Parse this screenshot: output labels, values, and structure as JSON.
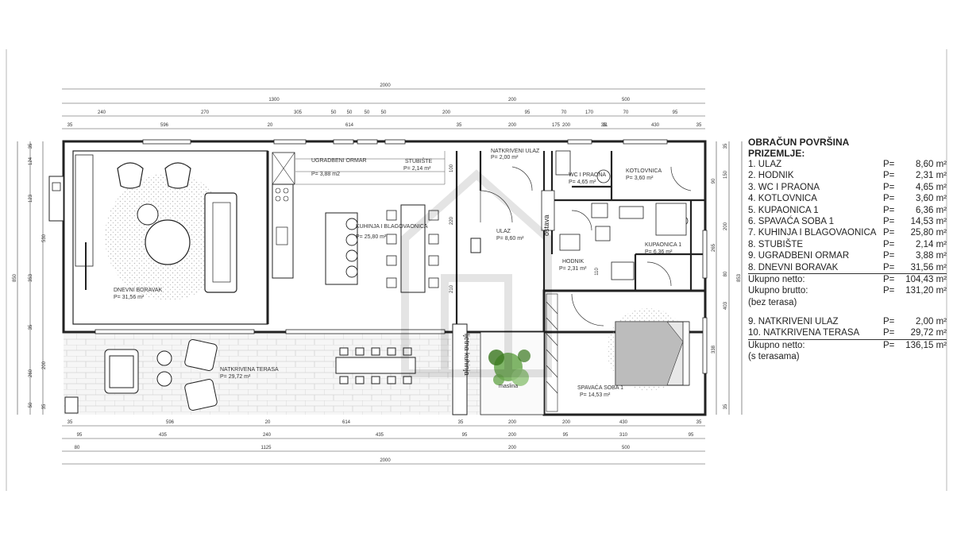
{
  "legend": {
    "title": "OBRAČUN POVRŠINA",
    "subtitle": "PRIZEMLJE:",
    "rooms": [
      {
        "label": "1. ULAZ",
        "p": "P=",
        "value": "8,60 m²"
      },
      {
        "label": "2. HODNIK",
        "p": "P=",
        "value": "2,31 m²"
      },
      {
        "label": "3. WC I PRAONA",
        "p": "P=",
        "value": "4,65 m²"
      },
      {
        "label": "4. KOTLOVNICA",
        "p": "P=",
        "value": "3,60 m²"
      },
      {
        "label": "5. KUPAONICA 1",
        "p": "P=",
        "value": "6,36 m²"
      },
      {
        "label": "6. SPAVAĆA SOBA 1",
        "p": "P=",
        "value": "14,53 m²"
      },
      {
        "label": "7. KUHINJA I BLAGOVAONICA",
        "p": "P=",
        "value": "25,80 m²"
      },
      {
        "label": "8. STUBIŠTE",
        "p": "P=",
        "value": "2,14 m²"
      },
      {
        "label": "9. UGRADBENI ORMAR",
        "p": "P=",
        "value": "3,88 m²"
      },
      {
        "label": "8. DNEVNI BORAVAK",
        "p": "P=",
        "value": "31,56 m²"
      }
    ],
    "net": {
      "label": "Ukupno netto:",
      "p": "P=",
      "value": "104,43 m²"
    },
    "gross": {
      "label": "Ukupno brutto:",
      "p": "P=",
      "value": "131,20 m²"
    },
    "gross_note": "(bez terasa)",
    "terraces": [
      {
        "label": "9. NATKRIVENI ULAZ",
        "p": "P=",
        "value": "2,00 m²"
      },
      {
        "label": "10. NATKRIVENA TERASA",
        "p": "P=",
        "value": "29,72 m²"
      }
    ],
    "total": {
      "label": "Ukupno netto:",
      "p": "P=",
      "value": "136,15 m²"
    },
    "total_note": "(s terasama)"
  },
  "plan": {
    "rooms": [
      {
        "name": "DNEVNI BORAVAK",
        "area": "P= 31,56 m²"
      },
      {
        "name": "UGRADBENI ORMAR",
        "area": "P= 3,88 m2"
      },
      {
        "name": "STUBIŠTE",
        "area": "P= 2,14 m²"
      },
      {
        "name": "KUHINJA I BLAGOVAONICA",
        "area": "P= 25,80 m²"
      },
      {
        "name": "NATKRIVENI ULAZ",
        "area": "P= 2,00 m²"
      },
      {
        "name": "ULAZ",
        "area": "P= 8,60 m²"
      },
      {
        "name": "WC I PRAONA",
        "area": "P= 4,65 m²"
      },
      {
        "name": "KOTLOVNICA",
        "area": "P= 3,60 m²"
      },
      {
        "name": "KUPAONICA 1",
        "area": "P= 6,36 m²"
      },
      {
        "name": "HODNIK",
        "area": "P= 2,31 m²"
      },
      {
        "name": "SPAVAĆA SOBA 1",
        "area": "P= 14,53 m²"
      },
      {
        "name": "NATKRIVENA TERASA",
        "area": "P= 29,72 m²"
      }
    ],
    "misc_labels": [
      "ljetna kuhinja",
      "ostava",
      "maslina"
    ],
    "dims_top_1": [
      "2000"
    ],
    "dims_top_2": [
      "1300",
      "200",
      "500"
    ],
    "dims_top_3": [
      "240",
      "270",
      "305",
      "50",
      "50",
      "50",
      "50",
      "200",
      "95",
      "70",
      "170",
      "70",
      "95"
    ],
    "dims_top_4": [
      "35",
      "596",
      "20",
      "614",
      "35",
      "200",
      "200",
      "35",
      "175",
      "31",
      "430",
      "35"
    ],
    "dims_bottom_1": [
      "35",
      "596",
      "20",
      "614",
      "35",
      "200",
      "200",
      "430",
      "35"
    ],
    "dims_bottom_2": [
      "95",
      "435",
      "240",
      "435",
      "95",
      "200",
      "95",
      "310",
      "95"
    ],
    "dims_bottom_3": [
      "80",
      "1125",
      "200",
      "500"
    ],
    "dims_bottom_4": [
      "2000"
    ],
    "dims_left": [
      "35",
      "124",
      "123",
      "530",
      "353",
      "35",
      "850",
      "260",
      "50",
      "200",
      "35"
    ],
    "dims_right": [
      "35",
      "150",
      "90",
      "200",
      "265",
      "80",
      "853",
      "403",
      "338",
      "35"
    ],
    "dims_inner": [
      "100",
      "220",
      "210",
      "110"
    ]
  }
}
